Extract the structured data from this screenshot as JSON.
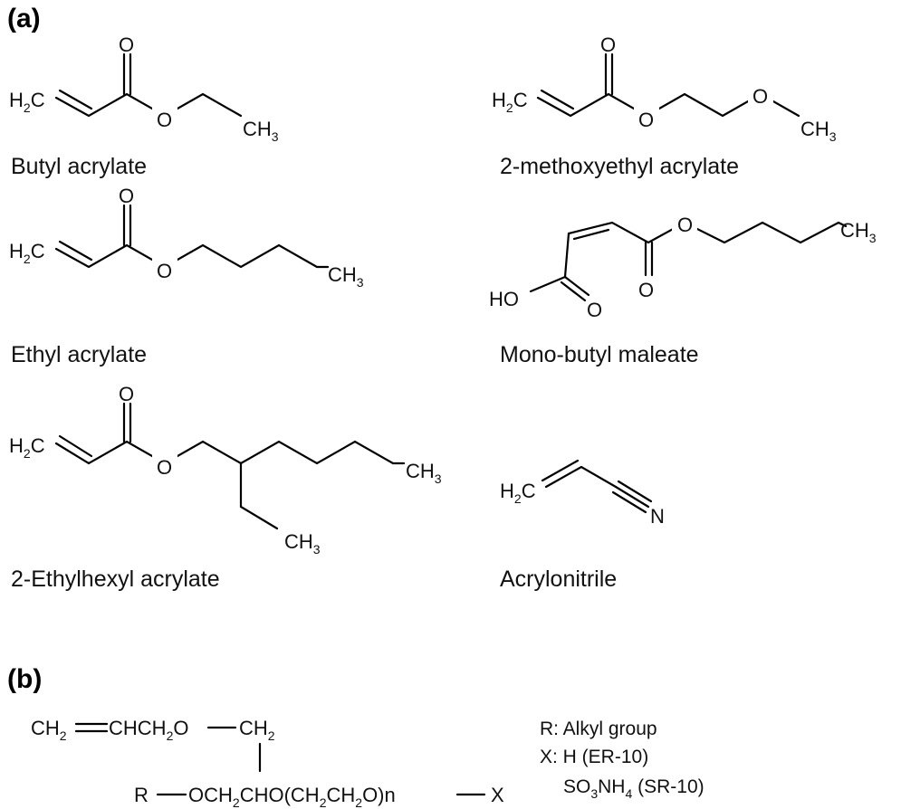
{
  "panels": {
    "a": "(a)",
    "b": "(b)"
  },
  "compounds": [
    {
      "name": "Butyl acrylate"
    },
    {
      "name": "2-methoxyethyl acrylate"
    },
    {
      "name": "Ethyl acrylate"
    },
    {
      "name": "Mono-butyl maleate"
    },
    {
      "name": "2-Ethylhexyl acrylate"
    },
    {
      "name": "Acrylonitrile"
    }
  ],
  "atoms": {
    "h2c_main": "H",
    "h2c_sub": "2",
    "h2c_end": "C",
    "ch3_main": "CH",
    "ch3_sub": "3",
    "o": "O",
    "ho": "HO",
    "n": "N"
  },
  "emulsifier": {
    "line1": {
      "a": "CH",
      "a_sub": "2",
      "b": "CHCH",
      "b_sub": "2",
      "c": "O",
      "d": "CH",
      "d_sub": "2"
    },
    "line2": {
      "r": "R",
      "a": "OCH",
      "a_sub": "2",
      "b": "CHO(CH",
      "b_sub": "2",
      "c": "CH",
      "c_sub": "2",
      "d": "O)n",
      "x": "X"
    },
    "legend": {
      "r": "R: Alkyl group",
      "x": "X: H (ER-10)",
      "s_main": "SO",
      "s_sub1": "3",
      "s_mid": "NH",
      "s_sub2": "4",
      "s_end": " (SR-10)"
    }
  }
}
